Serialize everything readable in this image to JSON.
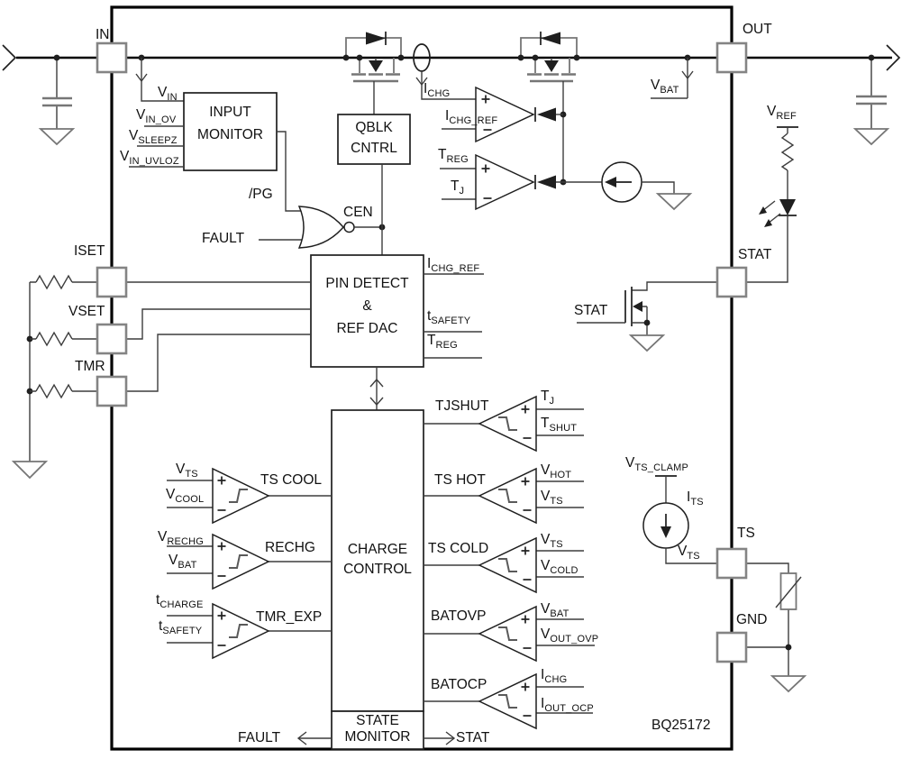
{
  "device": {
    "part": {
      "t": "BQ25172"
    }
  },
  "blocks": {
    "input_monitor": {
      "l1": "INPUT",
      "l2": "MONITOR"
    },
    "qblk": {
      "l1": "QBLK",
      "l2": "CNTRL"
    },
    "pin_detect": {
      "l1": "PIN DETECT",
      "l2": "&",
      "l3": "REF DAC"
    },
    "charge_control": {
      "l1": "CHARGE",
      "l2": "CONTROL"
    },
    "state_monitor": {
      "l1": "STATE",
      "l2": "MONITOR"
    }
  },
  "pins": {
    "in": {
      "t": "IN"
    },
    "out": {
      "t": "OUT"
    },
    "iset": {
      "t": "ISET"
    },
    "vset": {
      "t": "VSET"
    },
    "tmr": {
      "t": "TMR"
    },
    "stat": {
      "t": "STAT"
    },
    "ts": {
      "t": "TS"
    },
    "gnd": {
      "t": "GND"
    }
  },
  "labels": {
    "vin": {
      "t": "V",
      "s": "IN"
    },
    "vin_ov": {
      "t": "V",
      "s": "IN_OV"
    },
    "vsleepz": {
      "t": "V",
      "s": "SLEEPZ"
    },
    "vin_uvloz": {
      "t": "V",
      "s": "IN_UVLOZ"
    },
    "pg": {
      "t": "/PG"
    },
    "fault_gate": {
      "t": "FAULT"
    },
    "cen": {
      "t": "CEN"
    },
    "ichg_amp": {
      "t": "I",
      "s": "CHG"
    },
    "ichg_ref_amp": {
      "t": "I",
      "s": "CHG_REF"
    },
    "treg_amp": {
      "t": "T",
      "s": "REG"
    },
    "tj_amp": {
      "t": "T",
      "s": "J"
    },
    "vbat_tap": {
      "t": "V",
      "s": "BAT"
    },
    "vref": {
      "t": "V",
      "s": "REF"
    },
    "stat_gate": {
      "t": "STAT"
    },
    "ichg_ref_out": {
      "t": "I",
      "s": "CHG_REF"
    },
    "tsafety_out": {
      "t": "t",
      "s": "SAFETY"
    },
    "treg_out": {
      "t": "T",
      "s": "REG"
    },
    "vts_cool": {
      "t": "V",
      "s": "TS"
    },
    "vcool": {
      "t": "V",
      "s": "COOL"
    },
    "ts_cool": {
      "t": "TS COOL"
    },
    "vrechg": {
      "t": "V",
      "s": "RECHG"
    },
    "vbat_rechg": {
      "t": "V",
      "s": "BAT"
    },
    "rechg": {
      "t": "RECHG"
    },
    "tcharge": {
      "t": "t",
      "s": "CHARGE"
    },
    "tsafety_tmr": {
      "t": "t",
      "s": "SAFETY"
    },
    "tmr_exp": {
      "t": "TMR_EXP"
    },
    "tjshut": {
      "t": "TJSHUT"
    },
    "tj_cmp": {
      "t": "T",
      "s": "J"
    },
    "tshut": {
      "t": "T",
      "s": "SHUT"
    },
    "ts_hot": {
      "t": "TS HOT"
    },
    "vhot": {
      "t": "V",
      "s": "HOT"
    },
    "vts_hot": {
      "t": "V",
      "s": "TS"
    },
    "ts_cold": {
      "t": "TS COLD"
    },
    "vts_cold": {
      "t": "V",
      "s": "TS"
    },
    "vcold": {
      "t": "V",
      "s": "COLD"
    },
    "batovp": {
      "t": "BATOVP"
    },
    "vbat_ovp": {
      "t": "V",
      "s": "BAT"
    },
    "vout_ovp": {
      "t": "V",
      "s": "OUT_OVP"
    },
    "batocp": {
      "t": "BATOCP"
    },
    "ichg_ocp": {
      "t": "I",
      "s": "CHG"
    },
    "iout_ocp": {
      "t": "I",
      "s": "OUT_OCP"
    },
    "fault_out": {
      "t": "FAULT"
    },
    "stat_out": {
      "t": "STAT"
    },
    "vts_clamp": {
      "t": "V",
      "s": "TS_CLAMP"
    },
    "its": {
      "t": "I",
      "s": "TS"
    },
    "vts_src": {
      "t": "V",
      "s": "TS"
    }
  }
}
